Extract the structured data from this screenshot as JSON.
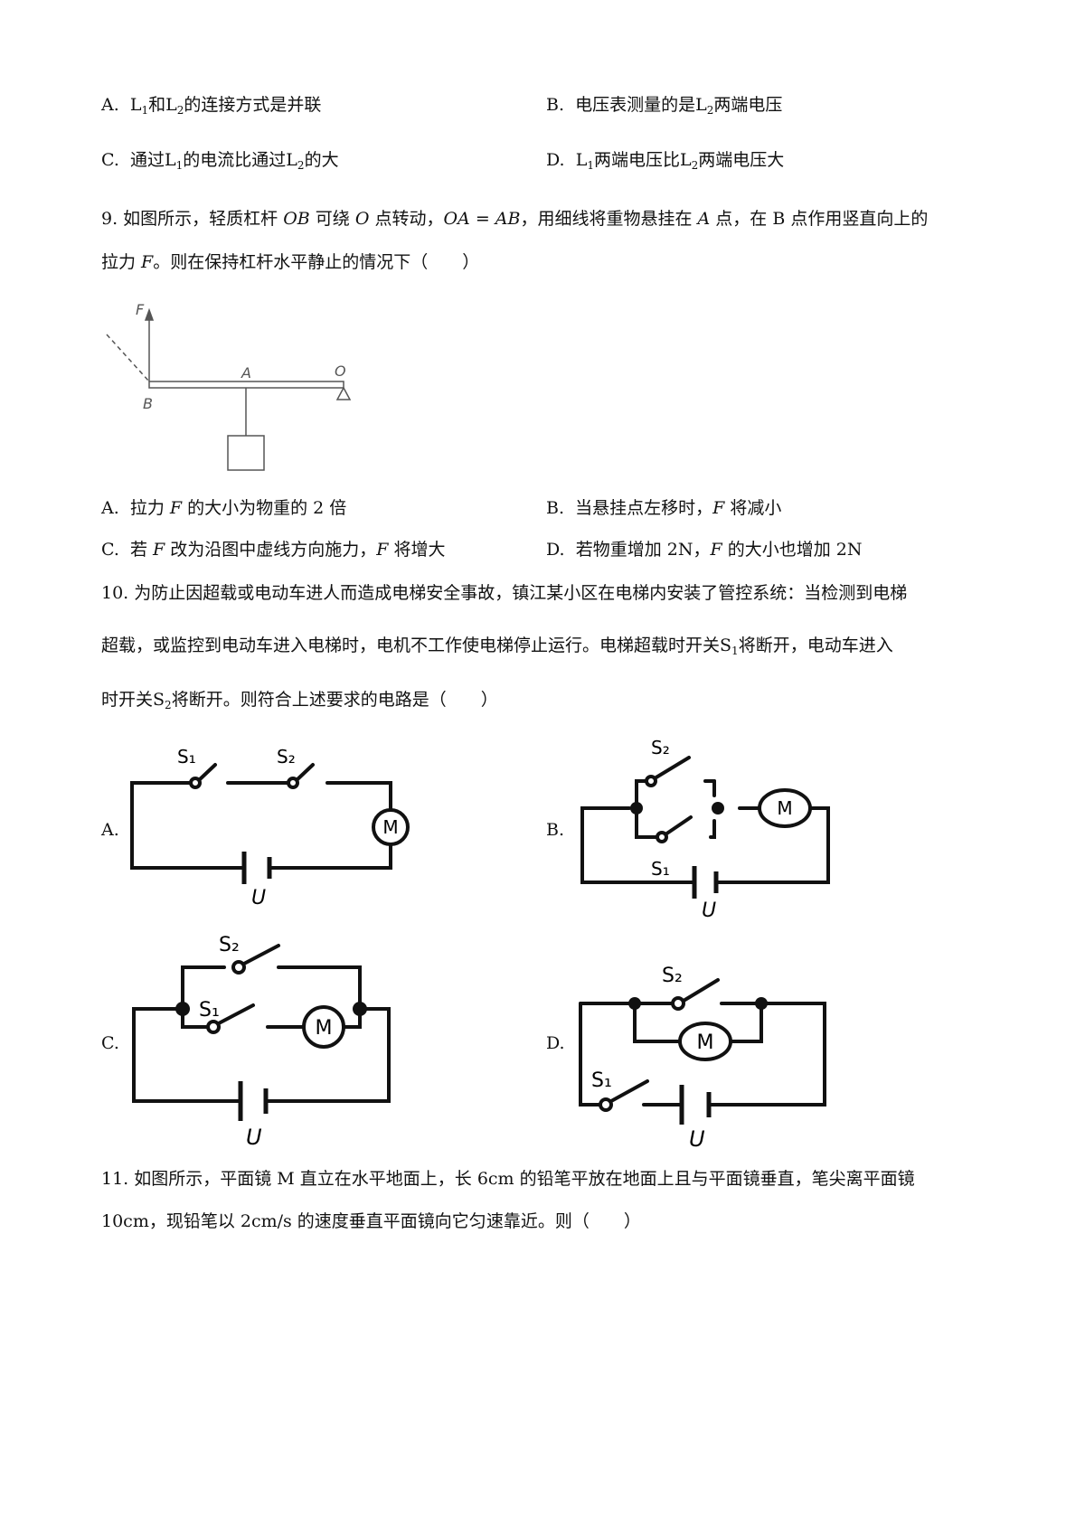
{
  "q8": {
    "A": {
      "label": "A.",
      "s1": "L",
      "s2": "1",
      "s3": "和",
      "s4": "L",
      "s5": "2",
      "s6": "的连接方式是并联"
    },
    "B": {
      "label": "B.",
      "s1": "电压表测量的是",
      "s2": "L",
      "s3": "2",
      "s4": "两端电压"
    },
    "C": {
      "label": "C.",
      "s1": "通过",
      "s2": "L",
      "s3": "1",
      "s4": "的电流比通过",
      "s5": "L",
      "s6": "2",
      "s7": "的大"
    },
    "D": {
      "label": "D.",
      "s1": "L",
      "s2": "1",
      "s3": "两端电压比",
      "s4": "L",
      "s5": "2",
      "s6": "两端电压大"
    }
  },
  "q9": {
    "line1": {
      "s1": "9. 如图所示，轻质杠杆 ",
      "s2": "OB",
      "s3": " 可绕 ",
      "s4": "O",
      "s5": " 点转动，",
      "s6": "OA = AB",
      "s7": "，用细线将重物悬挂在 ",
      "s8": "A",
      "s9": " 点，在 B 点作用竖直向上的"
    },
    "line2": {
      "s1": "拉力 ",
      "s2": "F",
      "s3": "。则在保持杠杆水平静止的情况下（　　）"
    },
    "figure": {
      "F": "F",
      "A": "A",
      "O": "O",
      "B": "B"
    },
    "A": {
      "label": "A.",
      "s1": "拉力 ",
      "s2": "F",
      "s3": " 的大小为物重的 2 倍"
    },
    "B": {
      "label": "B.",
      "s1": "当悬挂点左移时，",
      "s2": "F",
      "s3": " 将减小"
    },
    "C": {
      "label": "C.",
      "s1": "若 ",
      "s2": "F",
      "s3": " 改为沿图中虚线方向施力，",
      "s4": "F",
      "s5": " 将增大"
    },
    "D": {
      "label": "D.",
      "s1": "若物重增加 2N，",
      "s2": "F",
      "s3": " 的大小也增加 2N"
    }
  },
  "q10": {
    "line1": "10. 为防止因超载或电动车进人而造成电梯安全事故，镇江某小区在电梯内安装了管控系统：当检测到电梯",
    "line2": {
      "s1": "超载，或监控到电动车进入电梯时，电机不工作使电梯停止运行。电梯超载时开关",
      "s2": "S",
      "s3": "1",
      "s4": "将断开，电动车进入"
    },
    "line3": {
      "s1": "时开关",
      "s2": "S",
      "s3": "2",
      "s4": "将断开。则符合上述要求的电路是（　　）"
    },
    "options": [
      "A.",
      "B.",
      "C.",
      "D."
    ],
    "labels": {
      "S1": "S₁",
      "S2": "S₂",
      "M": "M",
      "U": "U"
    }
  },
  "q11": {
    "line1": "11. 如图所示，平面镜 M 直立在水平地面上，长 6cm 的铅笔平放在地面上且与平面镜垂直，笔尖离平面镜",
    "line2": "10cm，现铅笔以 2cm/s 的速度垂直平面镜向它匀速靠近。则（　　）"
  }
}
